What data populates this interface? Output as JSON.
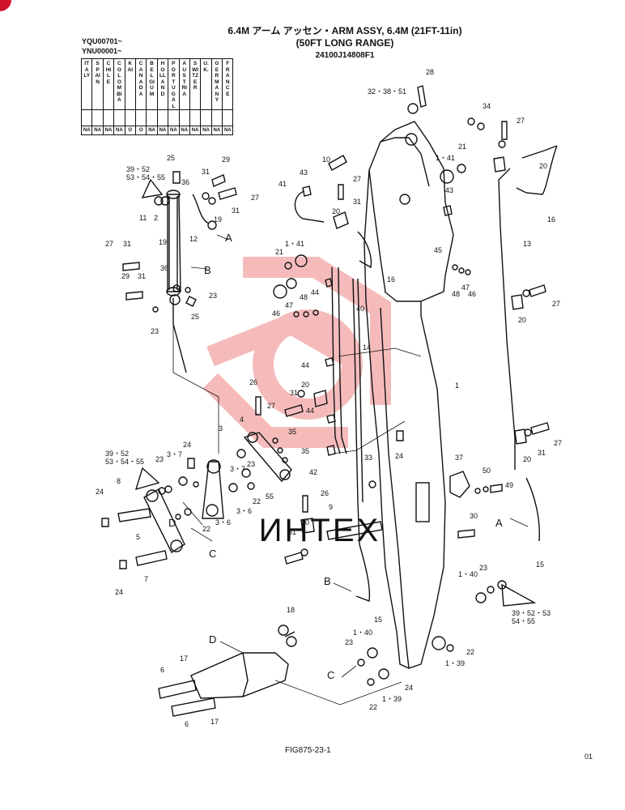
{
  "title": {
    "line1": "6.4M アーム アッセン・ARM ASSY, 6.4M (21FT-11in)",
    "line2": "(50FT LONG RANGE)",
    "line3": "24100J14808F1"
  },
  "serials": [
    "YQU00701~",
    "YNU00001~"
  ],
  "countries": [
    {
      "name": "ITALY",
      "code": "NA"
    },
    {
      "name": "SPAIN",
      "code": "NA"
    },
    {
      "name": "CHILE",
      "code": "NA"
    },
    {
      "name": "COLOMBIA",
      "code": "NA"
    },
    {
      "name": "KAI",
      "code": "O"
    },
    {
      "name": "CANADA",
      "code": "O"
    },
    {
      "name": "BELGIUM",
      "code": "NA"
    },
    {
      "name": "HOLLAND",
      "code": "NA"
    },
    {
      "name": "PORTUGAL",
      "code": "NA"
    },
    {
      "name": "AUSTRIA",
      "code": "NA"
    },
    {
      "name": "SWITZER",
      "code": "NA"
    },
    {
      "name": "U.K.",
      "code": "NA"
    },
    {
      "name": "GERMANY",
      "code": "NA"
    },
    {
      "name": "FRANCE",
      "code": "NA"
    }
  ],
  "callouts": {
    "c1": "1",
    "c2": "2",
    "c3": "3",
    "c4": "4",
    "c5": "5",
    "c6a": "6",
    "c6b": "6",
    "c7": "7",
    "c8": "8",
    "c9": "9",
    "c10": "10",
    "c11": "11",
    "c12": "12",
    "c13": "13",
    "c14": "14",
    "c15a": "15",
    "c15b": "15",
    "c16a": "16",
    "c16b": "16",
    "c17a": "17",
    "c17b": "17",
    "c18": "18",
    "c19a": "19",
    "c19b": "19",
    "c20a": "20",
    "c20b": "20",
    "c20c": "20",
    "c20d": "20",
    "c20e": "20",
    "c20f": "20",
    "c21a": "21",
    "c21b": "21",
    "c22a": "22",
    "c22b": "22",
    "c22c": "22",
    "c22d": "22",
    "c23a": "23",
    "c23b": "23",
    "c23c": "23",
    "c23d": "23",
    "c23e": "23",
    "c23f": "23",
    "c24a": "24",
    "c24b": "24",
    "c24c": "24",
    "c24d": "24",
    "c24e": "24",
    "c25a": "25",
    "c25b": "25",
    "c26a": "26",
    "c26b": "26",
    "c27a": "27",
    "c27b": "27",
    "c27c": "27",
    "c27d": "27",
    "c27e": "27",
    "c27f": "27",
    "c27g": "27",
    "c28": "28",
    "c29a": "29",
    "c29b": "29",
    "c30": "30",
    "c31a": "31",
    "c31b": "31",
    "c31c": "31",
    "c31d": "31",
    "c31e": "31",
    "c31f": "31",
    "c31g": "31",
    "c31h": "31",
    "c32": "32・38・51",
    "c33": "33",
    "c34": "34",
    "c35a": "35",
    "c35b": "35",
    "c36a": "36",
    "c36b": "36",
    "c37": "37",
    "c3952a": "39・52",
    "c3952b": "53・54・55",
    "c3952c": "39・52",
    "c3952d": "53・54・55",
    "c3952e": "39・52・53",
    "c3952f": "54・55",
    "c40": "40",
    "c41": "41",
    "c141a": "1・41",
    "c141b": "1・41",
    "c42": "42",
    "c43a": "43",
    "c43b": "43",
    "c44a": "44",
    "c44b": "44",
    "c44c": "44",
    "c45": "45",
    "c46a": "46",
    "c46b": "46",
    "c47a": "47",
    "c47b": "47",
    "c48a": "48",
    "c48b": "48",
    "c49": "49",
    "c50": "50",
    "c55": "55",
    "c37a": "3・7",
    "c37b": "3・7",
    "c36c": "3・6",
    "c36d": "3・6",
    "c140a": "1・40",
    "c140b": "1・40",
    "c139a": "1・39",
    "c139b": "1・39",
    "lA1": "A",
    "lA2": "A",
    "lB1": "B",
    "lB2": "B",
    "lC1": "C",
    "lC2": "C",
    "lD1": "D",
    "lD2": "D"
  },
  "watermark": "ИНТЕХ",
  "footer": {
    "figure": "FIG875-23-1",
    "page": "01"
  },
  "colors": {
    "ink": "#111111",
    "watermark": "#f2a5a5",
    "corner": "#d0142b"
  }
}
